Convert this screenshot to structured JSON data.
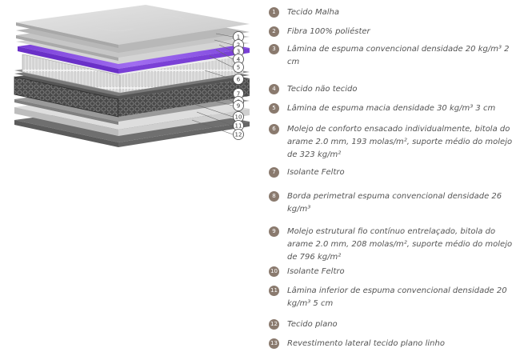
{
  "layers": [
    {
      "number": "1",
      "text": "Tecido Malha"
    },
    {
      "number": "2",
      "text": "Fibra 100% poliéster"
    },
    {
      "number": "3",
      "text": "Lâmina de espuma convencional densidade 20 kg/m³ 2 cm"
    },
    {
      "number": "4",
      "text": "Tecido não tecido"
    },
    {
      "number": "5",
      "text": "Lâmina de espuma macia densidade 30 kg/m³ 3 cm"
    },
    {
      "number": "6",
      "text": "Molejo de conforto ensacado individualmente, bitola do arame 2.0 mm, 193 molas/m², suporte médio do molejo de 323 kg/m²"
    },
    {
      "number": "7",
      "text": "Isolante Feltro"
    },
    {
      "number": "8",
      "text": "Borda perimetral espuma convencional densidade 26 kg/m³"
    },
    {
      "number": "9",
      "text": "Molejo estrutural fio contínuo entrelaçado, bitola do arame 2.0 mm, 208 molas/m², suporte médio do molejo de 796 kg/m²"
    },
    {
      "number": "10",
      "text": "Isolante Feltro"
    },
    {
      "number": "11",
      "text": "Lâmina inferior de espuma convencional densidade 20 kg/m³ 5 cm"
    },
    {
      "number": "12",
      "text": "Tecido plano"
    },
    {
      "number": "13",
      "text": "Revestimento lateral tecido plano linho"
    }
  ],
  "colors": {
    "badge": "#8a7a6e",
    "accent_purple": "#8a4fe0",
    "fabric": "#cfcfcf",
    "coil_dark": "#3a3a3a"
  },
  "callouts": [
    "1",
    "2",
    "3",
    "4",
    "5",
    "6",
    "7",
    "8",
    "9",
    "10",
    "11",
    "12"
  ]
}
